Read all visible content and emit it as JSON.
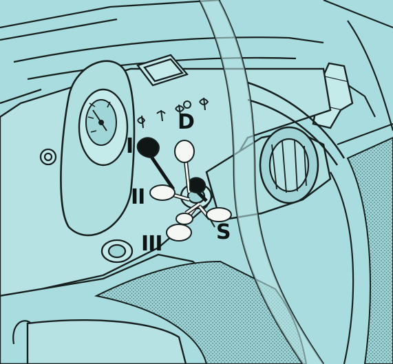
{
  "colors": {
    "background": "#a9dcde",
    "background_light": "#c4eaea",
    "line": "#16201f",
    "shade": "#6e9fa0",
    "lever_white": "#f4f7f3",
    "lever_black": "#101615"
  },
  "labels": {
    "position_1": "I",
    "position_2": "II",
    "position_3": "III",
    "position_d": "D",
    "position_s": "S"
  },
  "icons": {
    "dashboard_symbols": [
      "light-symbol",
      "wiper-symbol",
      "headlight-symbol",
      "horn-symbol",
      "indicator-symbol"
    ]
  }
}
